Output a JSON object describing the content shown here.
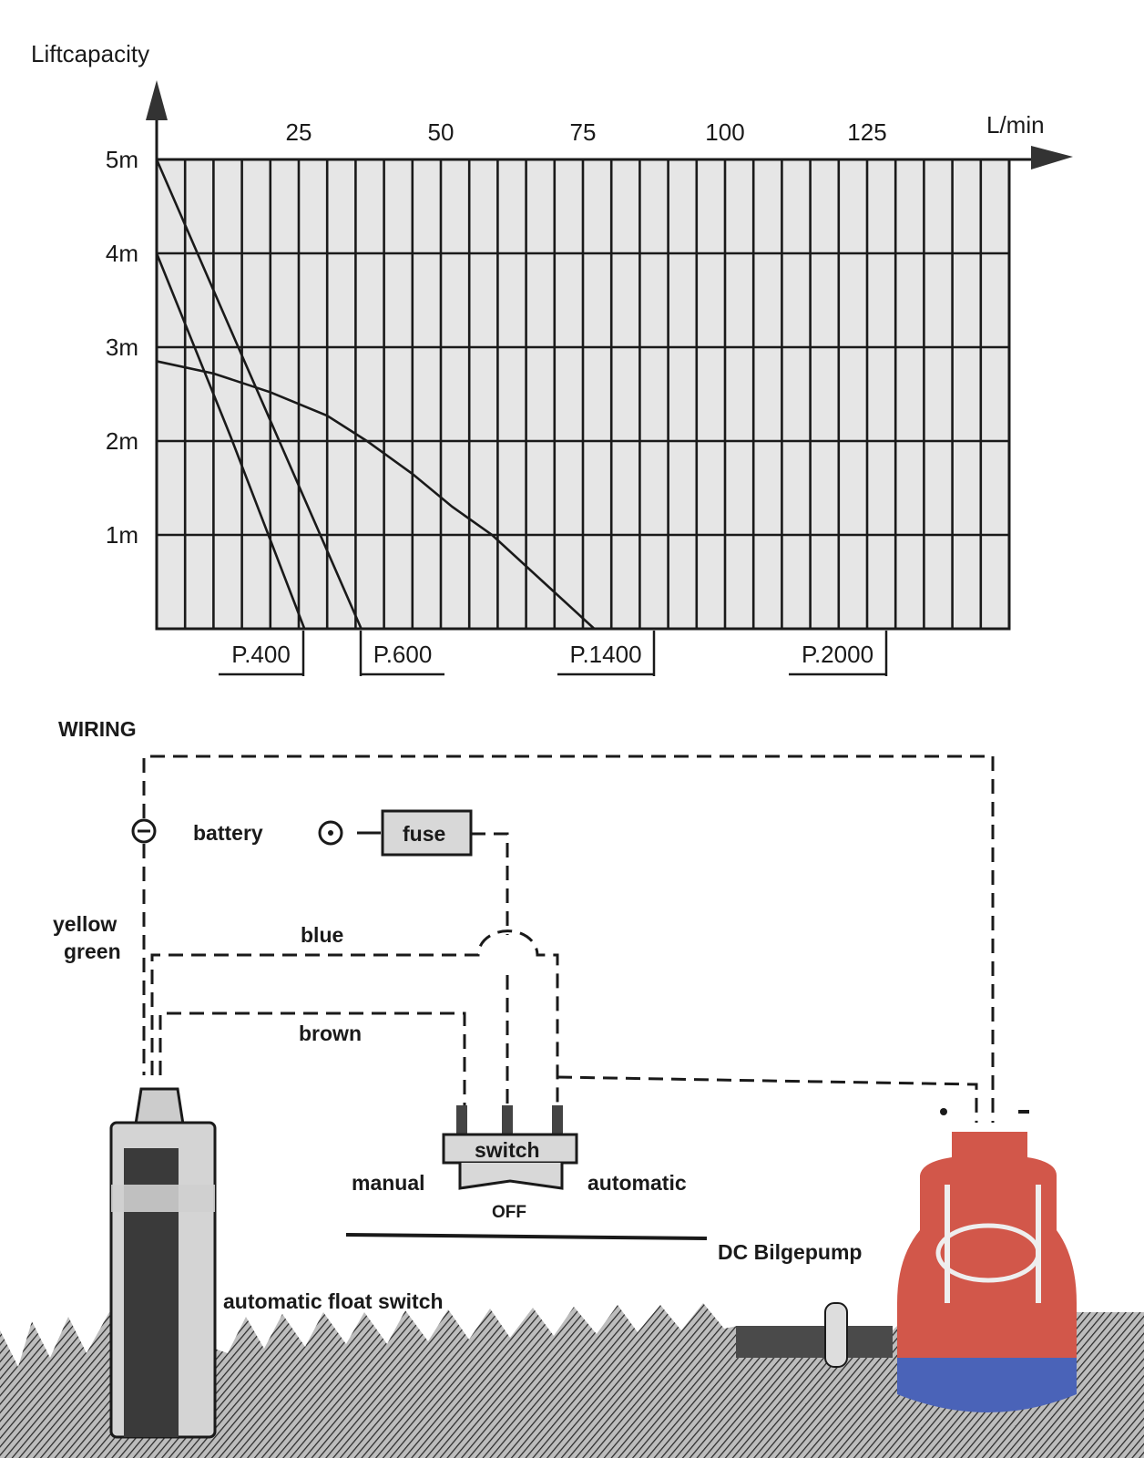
{
  "chart_data": {
    "type": "line",
    "title": "",
    "ylabel": "Liftcapacity",
    "xlabel": "L/min",
    "xlim": [
      0,
      150
    ],
    "ylim": [
      0,
      5
    ],
    "x_grid_step": 5,
    "grid": true,
    "x_ticks": [
      25,
      50,
      75,
      100,
      125
    ],
    "x_tick_labels": [
      "25",
      "50",
      "75",
      "100",
      "125"
    ],
    "y_ticks": [
      1,
      2,
      3,
      4,
      5
    ],
    "y_tick_labels": [
      "1m",
      "2m",
      "3m",
      "4m",
      "5m"
    ],
    "series": [
      {
        "name": "P.400",
        "x": [
          0,
          13,
          26
        ],
        "y": [
          4,
          2.05,
          0
        ]
      },
      {
        "name": "P.600",
        "x": [
          0,
          14,
          36
        ],
        "y": [
          5,
          3.05,
          0
        ]
      },
      {
        "name": "P.1400",
        "x": [
          0,
          10,
          20,
          30,
          37,
          45,
          52,
          59,
          68,
          77
        ],
        "y": [
          2.85,
          2.72,
          2.52,
          2.27,
          2.0,
          1.65,
          1.3,
          1.0,
          0.5,
          0
        ]
      },
      {
        "name": "P.2000",
        "x": [],
        "y": []
      }
    ],
    "legend_labels": [
      "P.400",
      "P.600",
      "P.1400",
      "P.2000"
    ]
  },
  "wiring": {
    "title": "WIRING",
    "battery": "battery",
    "fuse": "fuse",
    "yellow": "yellow",
    "green": "green",
    "blue": "blue",
    "brown": "brown",
    "switch": "switch",
    "manual": "manual",
    "automatic": "automatic",
    "off": "OFF",
    "bilgepump": "DC Bilgepump",
    "float_switch": "automatic float switch"
  },
  "colors": {
    "pump_red": "#d2574a",
    "pump_blue": "#4a63b8",
    "grid_fill": "#e6e6e6"
  }
}
